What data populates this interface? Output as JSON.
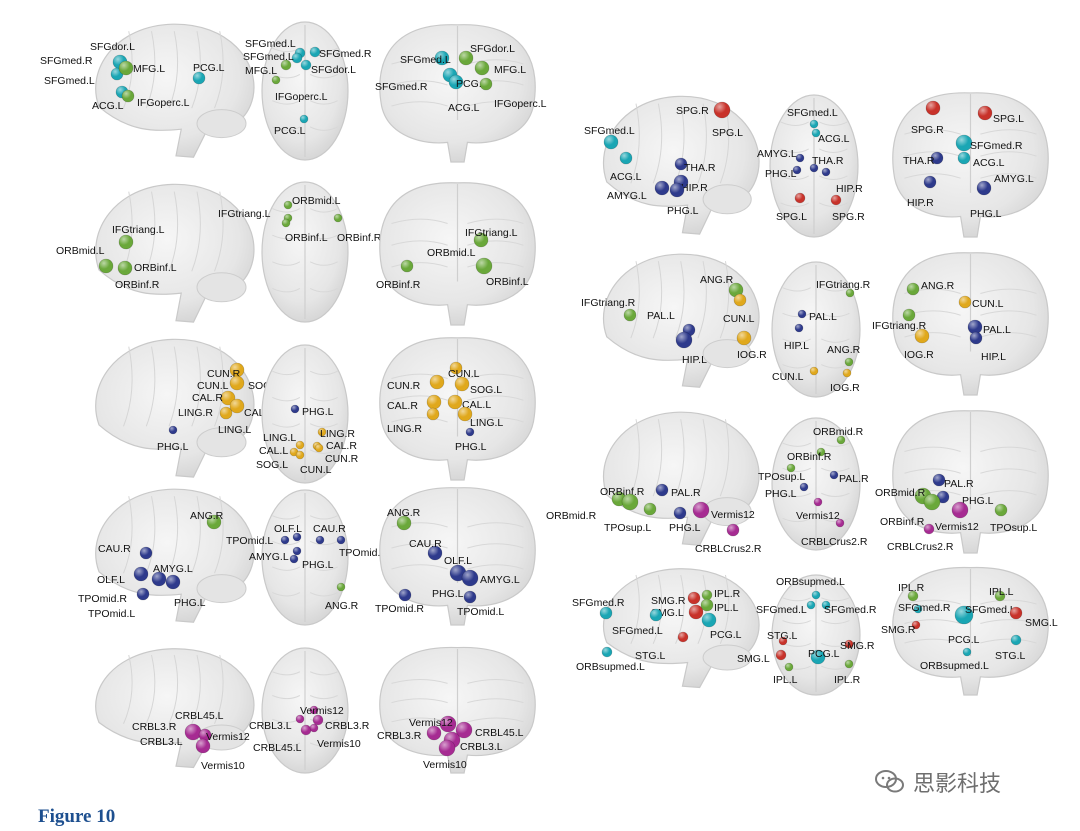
{
  "figure": {
    "caption": "Figure 10",
    "watermark": "思影科技"
  },
  "colors": {
    "green": "#6aa83a",
    "teal": "#1aa6b4",
    "navy": "#2e3a8c",
    "yellow": "#e0a81c",
    "red": "#c8322a",
    "magenta": "#a62b92"
  },
  "panels": [
    {
      "id": "p1",
      "views": [
        {
          "kind": "sagittal",
          "labels": [
            "SFGdor.L",
            "SFGmed.R",
            "SFGmed.L",
            "MFG.L",
            "IFGoperc.L",
            "ACG.L",
            "PCG.L"
          ]
        },
        {
          "kind": "axial",
          "labels": [
            "SFGmed.L",
            "SFGmed.L",
            "SFGmed.R",
            "MFG.L",
            "SFGdor.L",
            "IFGoperc.L",
            "PCG.L"
          ]
        },
        {
          "kind": "coronal",
          "labels": [
            "SFGmed.L",
            "SFGdor.L",
            "SFGmed.R",
            "MFG.L",
            "PCG.L",
            "IFGoperc.L",
            "ACG.L"
          ]
        }
      ]
    },
    {
      "id": "p2",
      "views": [
        {
          "kind": "sagittal",
          "labels": [
            "SPG.R",
            "SFGmed.L",
            "SPG.L",
            "THA.R",
            "HIP.R",
            "ACG.L",
            "AMYG.L",
            "PHG.L"
          ]
        },
        {
          "kind": "axial",
          "labels": [
            "SFGmed.L",
            "ACG.L",
            "AMYG.L",
            "THA.R",
            "PHG.L",
            "HIP.R",
            "SPG.L",
            "SPG.R"
          ]
        },
        {
          "kind": "coronal",
          "labels": [
            "SPG.R",
            "SPG.L",
            "SFGmed.R",
            "THA.R",
            "ACG.L",
            "AMYG.L",
            "HIP.R",
            "PHG.L"
          ]
        }
      ]
    },
    {
      "id": "p3",
      "views": [
        {
          "kind": "sagittal",
          "labels": [
            "IFGtriang.L",
            "ORBmid.L",
            "ORBinf.L",
            "ORBinf.R"
          ]
        },
        {
          "kind": "axial",
          "labels": [
            "ORBmid.L",
            "IFGtriang.L",
            "ORBinf.L",
            "ORBinf.R"
          ]
        },
        {
          "kind": "coronal",
          "labels": [
            "IFGtriang.L",
            "ORBmid.L",
            "ORBinf.R",
            "ORBinf.L"
          ]
        }
      ]
    },
    {
      "id": "p4",
      "views": [
        {
          "kind": "sagittal",
          "labels": [
            "ANG.R",
            "IFGtriang.R",
            "PAL.L",
            "CUN.L",
            "HIP.L",
            "IOG.R"
          ]
        },
        {
          "kind": "axial",
          "labels": [
            "IFGtriang.R",
            "PAL.L",
            "HIP.L",
            "ANG.R",
            "CUN.L",
            "IOG.R"
          ]
        },
        {
          "kind": "coronal",
          "labels": [
            "ANG.R",
            "CUN.L",
            "IFGtriang.R",
            "PAL.L",
            "IOG.R",
            "HIP.L"
          ]
        }
      ]
    },
    {
      "id": "p5",
      "views": [
        {
          "kind": "sagittal",
          "labels": [
            "CUN.R",
            "CUN.L",
            "SOG.L",
            "CAL.R",
            "LING.R",
            "CAL.L",
            "LING.L",
            "PHG.L"
          ]
        },
        {
          "kind": "axial",
          "labels": [
            "PHG.L",
            "LING.L",
            "LING.R",
            "CAL.L",
            "CAL.R",
            "SOG.L",
            "CUN.R",
            "CUN.L"
          ]
        },
        {
          "kind": "coronal",
          "labels": [
            "CUN.L",
            "CUN.R",
            "SOG.L",
            "CAL.R",
            "CAL.L",
            "LING.L",
            "LING.R",
            "PHG.L"
          ]
        }
      ]
    },
    {
      "id": "p6",
      "views": [
        {
          "kind": "sagittal",
          "labels": [
            "ORBinf.R",
            "PAL.R",
            "ORBmid.R",
            "TPOsup.L",
            "Vermis12",
            "PHG.L",
            "CRBLCrus2.R"
          ]
        },
        {
          "kind": "axial",
          "labels": [
            "ORBmid.R",
            "ORBinf.R",
            "TPOsup.L",
            "PAL.R",
            "PHG.L",
            "Vermis12",
            "CRBLCrus2.R"
          ]
        },
        {
          "kind": "coronal",
          "labels": [
            "PAL.R",
            "ORBmid.R",
            "PHG.L",
            "ORBinf.R",
            "Vermis12",
            "TPOsup.L",
            "CRBLCrus2.R"
          ]
        }
      ]
    },
    {
      "id": "p7",
      "views": [
        {
          "kind": "sagittal",
          "labels": [
            "ANG.R",
            "CAU.R",
            "AMYG.L",
            "OLF.L",
            "TPOmid.R",
            "PHG.L",
            "TPOmid.L"
          ]
        },
        {
          "kind": "axial",
          "labels": [
            "OLF.L",
            "CAU.R",
            "TPOmid.L",
            "TPOmid.R",
            "AMYG.L",
            "PHG.L",
            "ANG.R"
          ]
        },
        {
          "kind": "coronal",
          "labels": [
            "ANG.R",
            "CAU.R",
            "OLF.L",
            "AMYG.L",
            "PHG.L",
            "TPOmid.R",
            "TPOmid.L"
          ]
        }
      ]
    },
    {
      "id": "p8",
      "views": [
        {
          "kind": "sagittal",
          "labels": [
            "SFGmed.R",
            "SMG.R",
            "IPL.R",
            "SMG.L",
            "IPL.L",
            "SFGmed.L",
            "PCG.L",
            "STG.L",
            "ORBsupmed.L"
          ]
        },
        {
          "kind": "axial",
          "labels": [
            "ORBsupmed.L",
            "SFGmed.L",
            "SFGmed.R",
            "STG.L",
            "SMG.R",
            "SMG.L",
            "PCG.L",
            "IPL.L",
            "IPL.R"
          ]
        },
        {
          "kind": "coronal",
          "labels": [
            "IPL.R",
            "IPL.L",
            "SFGmed.R",
            "SFGmed.L",
            "SMG.R",
            "SMG.L",
            "PCG.L",
            "STG.L",
            "ORBsupmed.L"
          ]
        }
      ]
    },
    {
      "id": "p9",
      "views": [
        {
          "kind": "sagittal",
          "labels": [
            "CRBL3.R",
            "CRBL45.L",
            "CRBL3.L",
            "Vermis12",
            "Vermis10"
          ]
        },
        {
          "kind": "axial",
          "labels": [
            "Vermis12",
            "CRBL3.L",
            "CRBL3.R",
            "CRBL45.L",
            "Vermis10"
          ]
        },
        {
          "kind": "coronal",
          "labels": [
            "Vermis12",
            "CRBL45.L",
            "CRBL3.R",
            "CRBL3.L",
            "Vermis10"
          ]
        }
      ]
    }
  ]
}
